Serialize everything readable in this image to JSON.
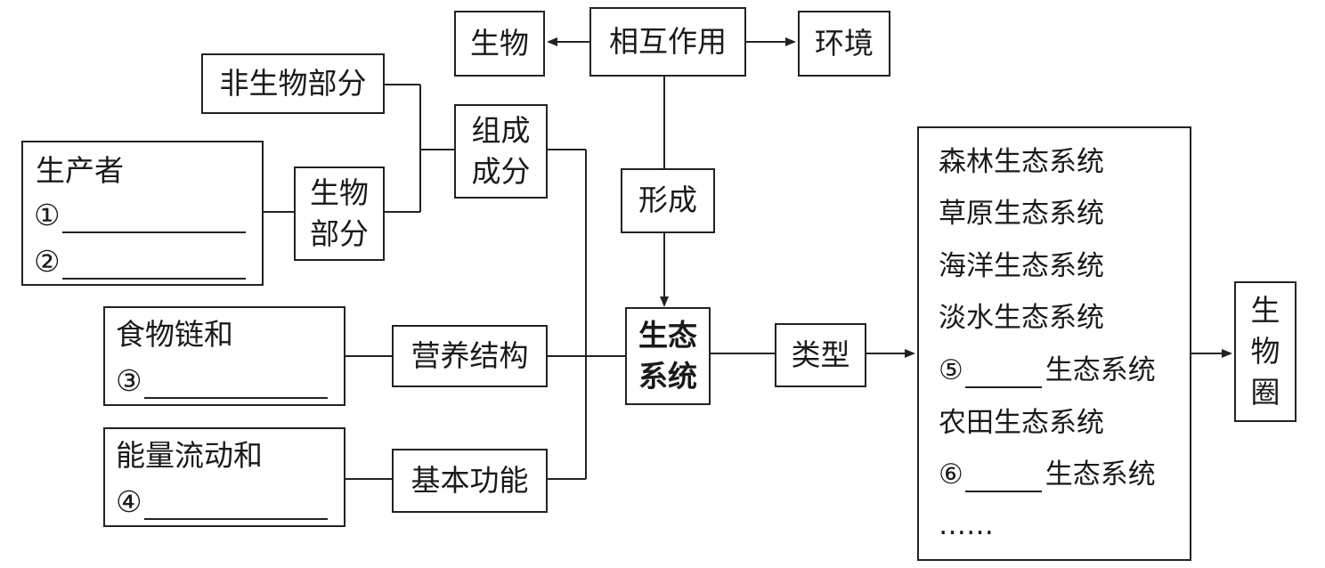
{
  "diagram": {
    "top": {
      "organisms": "生物",
      "interaction": "相互作用",
      "environment": "环境"
    },
    "forming": "形成",
    "ecosystem": [
      "生态",
      "系统"
    ],
    "composition": {
      "abiotic": "非生物部分",
      "components": [
        "组成",
        "成分"
      ],
      "biotic": [
        "生物",
        "部分"
      ],
      "biotic_detail": {
        "producer": "生产者",
        "blank1": "①",
        "blank2": "②"
      }
    },
    "nutrition": {
      "label": "营养结构",
      "detail_line1": "食物链和",
      "blank3": "③"
    },
    "function": {
      "label": "基本功能",
      "detail_line1": "能量流动和",
      "blank4": "④"
    },
    "types": {
      "label": "类型",
      "items": [
        "森林生态系统",
        "草原生态系统",
        "海洋生态系统",
        "淡水生态系统",
        "⑤",
        "农田生态系统",
        "⑥",
        "……"
      ],
      "blank_suffix": "生态系统"
    },
    "biosphere": [
      "生",
      "物",
      "圈"
    ]
  }
}
